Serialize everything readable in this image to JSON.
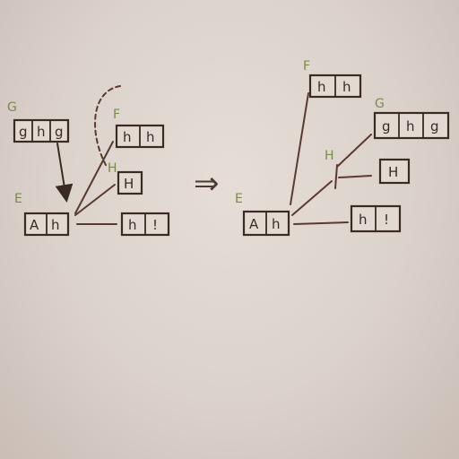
{
  "arrow": "⇒",
  "left": {
    "labels": {
      "G": "G",
      "E": "E",
      "F": "F",
      "H": "H"
    },
    "G": [
      "g",
      "h",
      "g"
    ],
    "F": [
      "h",
      "h"
    ],
    "H": [
      "H"
    ],
    "E": [
      "A",
      "h"
    ],
    "bang": [
      "h",
      "!"
    ]
  },
  "right": {
    "labels": {
      "F": "F",
      "G": "G",
      "H": "H",
      "E": "E"
    },
    "F": [
      "h",
      "h"
    ],
    "G": [
      "g",
      "h",
      "g"
    ],
    "H": [
      "H"
    ],
    "E": [
      "A",
      "h"
    ],
    "bang": [
      "h",
      "!"
    ]
  }
}
